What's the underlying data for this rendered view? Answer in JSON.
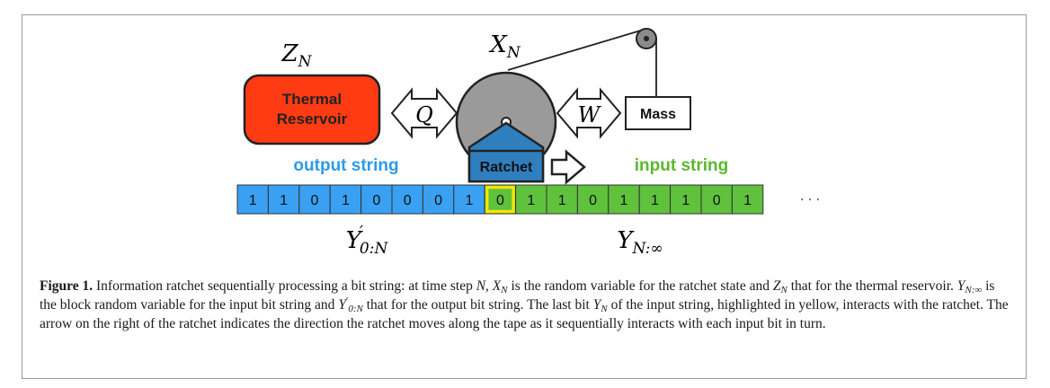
{
  "labels": {
    "reservoir_symbol": "Z",
    "reservoir_symbol_sub": "N",
    "ratchet_symbol": "X",
    "ratchet_symbol_sub": "N",
    "thermal_reservoir_line1": "Thermal",
    "thermal_reservoir_line2": "Reservoir",
    "heat": "Q",
    "work": "W",
    "mass": "Mass",
    "ratchet": "Ratchet",
    "output_string": "output string",
    "input_string": "input string",
    "output_symbol": "Y",
    "output_symbol_prime": "′",
    "output_symbol_sub": "0:N",
    "input_symbol": "Y",
    "input_symbol_sub": "N:∞",
    "ellipsis": "· · ·"
  },
  "tape": {
    "output_bits": [
      "1",
      "1",
      "0",
      "1",
      "0",
      "0",
      "0",
      "1"
    ],
    "current_bit": "0",
    "input_bits": [
      "1",
      "1",
      "0",
      "1",
      "1",
      "1",
      "0",
      "1"
    ]
  },
  "colors": {
    "reservoir": "#ff3b14",
    "output": "#3aa0f2",
    "output_text": "#2b9be8",
    "input": "#5fc13c",
    "input_text": "#5ab830",
    "highlight": "#f2e600",
    "ratchet_body": "#2f7fbf",
    "wheel": "#9a9a9a"
  },
  "caption": {
    "fig_label": "Figure 1.",
    "s1": " Information ratchet sequentially processing a bit string: at time step ",
    "N": "N",
    "comma": ", ",
    "X": "X",
    "XN_sub": "N",
    "s2": " is the random variable for the ratchet state and ",
    "Z": "Z",
    "ZN_sub": "N",
    "s3": "that for the thermal reservoir. ",
    "Y1": "Y",
    "Y1_sub": "N:∞",
    "s4": " is the block random variable for the input bit string and ",
    "Y2": "Y",
    "Y2_prime": "′",
    "Y2_sub": "0:N",
    "s5": " that for the output bit string. The last bit ",
    "Y3": "Y",
    "Y3_sub": "N",
    "s6": " of the input string, highlighted in yellow, interacts with the ratchet. The arrow on the right of the ratchet indicates the direction the ratchet moves along the tape as it sequentially interacts with each input bit in turn."
  }
}
